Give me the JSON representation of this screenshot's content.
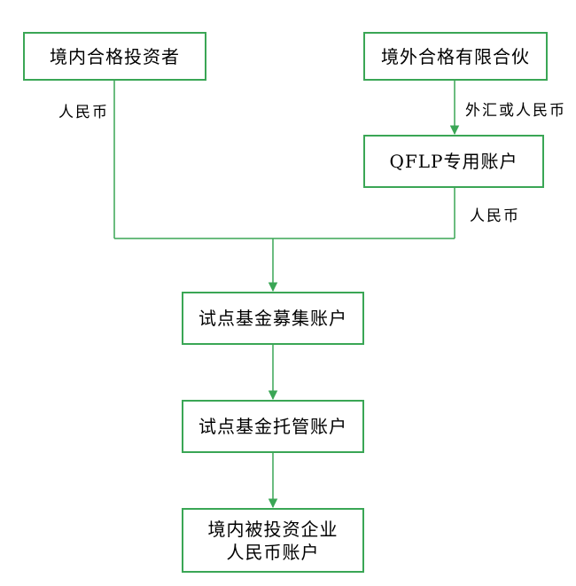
{
  "nodes": {
    "domestic_investor": "境内合格投资者",
    "foreign_partner": "境外合格有限合伙",
    "qflp_account": "QFLP专用账户",
    "fund_raising_account": "试点基金募集账户",
    "fund_custody_account": "试点基金托管账户",
    "investee_account": "境内被投资企业\n人民币账户"
  },
  "edge_labels": {
    "domestic_rmb": "人民币",
    "foreign_currency_or_rmb": "外汇或人民币",
    "qflp_rmb": "人民币"
  },
  "colors": {
    "line": "#3aa655",
    "border": "#3aa655",
    "text": "#000000"
  }
}
